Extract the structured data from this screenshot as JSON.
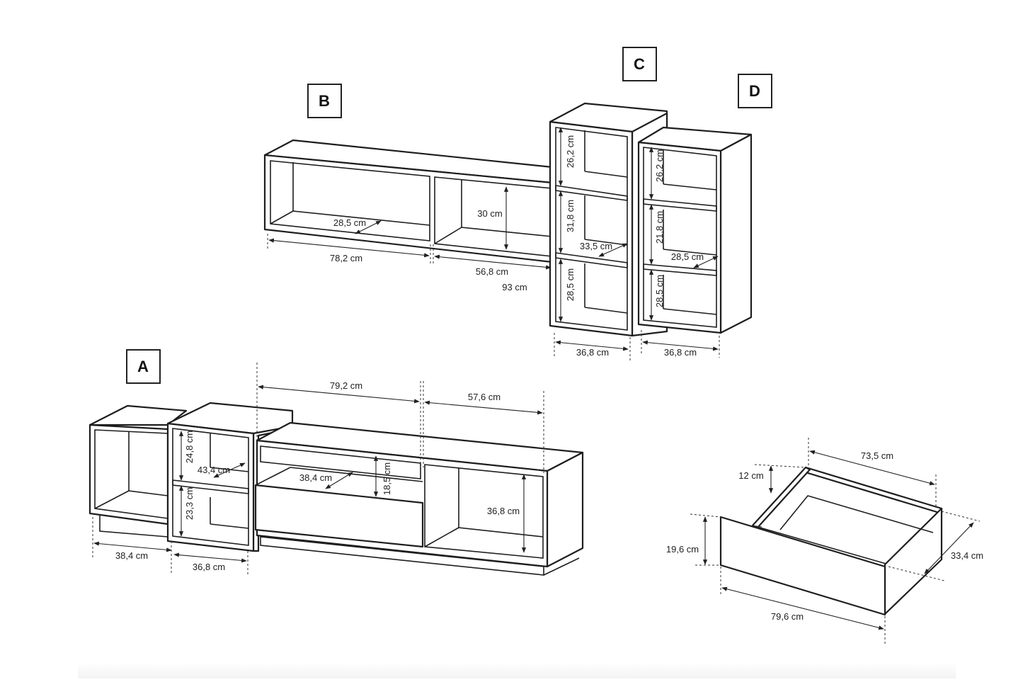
{
  "labels": {
    "A": "A",
    "B": "B",
    "C": "C",
    "D": "D"
  },
  "dims": {
    "b_depth": "28,5 cm",
    "b_height": "30 cm",
    "b_left_width": "78,2 cm",
    "b_right_width": "56,8 cm",
    "b_total_width": "93 cm",
    "c_top_height": "26,2 cm",
    "c_mid_height": "31,8 cm",
    "c_depth": "33,5 cm",
    "c_bottom_height": "28,5 cm",
    "c_width": "36,8 cm",
    "d_top_height": "26,2 cm",
    "d_mid_height": "21,8 cm",
    "d_depth": "28,5 cm",
    "d_bottom_height": "28,5 cm",
    "d_width": "36,8 cm",
    "a_top_span": "79,2 cm",
    "a_right_span": "57,6 cm",
    "a_shelf_top_height": "24,8 cm",
    "a_shelf_depth": "43,4 cm",
    "a_shelf_bottom_height": "23,3 cm",
    "a_drawer_depth": "38,4 cm",
    "a_drawer_height": "18,5 cm",
    "a_open_height": "36,8 cm",
    "a_left_width": "38,4 cm",
    "a_mid_width": "36,8 cm",
    "drawer_inner_width": "73,5 cm",
    "drawer_inner_height": "12 cm",
    "drawer_front_height": "19,6 cm",
    "drawer_depth": "33,4 cm",
    "drawer_front_width": "79,6 cm"
  }
}
